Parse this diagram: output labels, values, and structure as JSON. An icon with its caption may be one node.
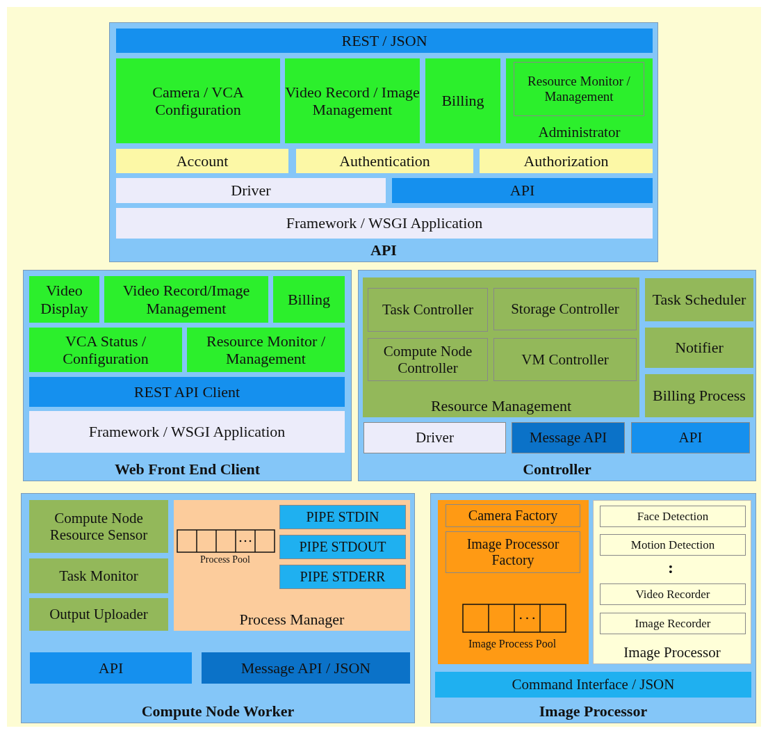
{
  "diagram": {
    "nodes": [
      {
        "text": [
          "API"
        ]
      },
      {
        "text": [
          "REST / JSON"
        ],
        "in": 0
      },
      {
        "text": [
          "Camera / VCA Configuration"
        ],
        "in": 0
      },
      {
        "text": [
          "Video Record / Image Management"
        ],
        "in": 0
      },
      {
        "text": [
          "Billing"
        ],
        "in": 0
      },
      {
        "text": [
          "Administrator"
        ],
        "in": 0
      },
      {
        "text": [
          "Resource Monitor / Management"
        ],
        "in": 5
      },
      {
        "text": [
          "Account"
        ],
        "in": 0
      },
      {
        "text": [
          "Authentication"
        ],
        "in": 0
      },
      {
        "text": [
          "Authorization"
        ],
        "in": 0
      },
      {
        "text": [
          "Driver"
        ],
        "in": 0
      },
      {
        "text": [
          "API"
        ],
        "in": 0
      },
      {
        "text": [
          "Framework / WSGI Application"
        ],
        "in": 0
      },
      {
        "text": [
          "Web Front End Client"
        ]
      },
      {
        "text": [
          "Video Display"
        ],
        "in": 13
      },
      {
        "text": [
          "Video Record/Image Management"
        ],
        "in": 13
      },
      {
        "text": [
          "Billing"
        ],
        "in": 13
      },
      {
        "text": [
          "VCA Status / Configuration"
        ],
        "in": 13
      },
      {
        "text": [
          "Resource Monitor / Management"
        ],
        "in": 13
      },
      {
        "text": [
          "REST API Client"
        ],
        "in": 13
      },
      {
        "text": [
          "Framework / WSGI Application"
        ],
        "in": 13
      },
      {
        "text": [
          "Controller"
        ]
      },
      {
        "text": [
          "Resource Management"
        ],
        "in": 21
      },
      {
        "text": [
          "Task Controller"
        ],
        "in": 22
      },
      {
        "text": [
          "Storage Controller"
        ],
        "in": 22
      },
      {
        "text": [
          "Compute Node Controller"
        ],
        "in": 22
      },
      {
        "text": [
          "VM Controller"
        ],
        "in": 22
      },
      {
        "text": [
          "Task Scheduler"
        ],
        "in": 21
      },
      {
        "text": [
          "Notifier"
        ],
        "in": 21
      },
      {
        "text": [
          "Billing Process"
        ],
        "in": 21
      },
      {
        "text": [
          "Driver"
        ],
        "in": 21
      },
      {
        "text": [
          "Message API"
        ],
        "in": 21
      },
      {
        "text": [
          "API"
        ],
        "in": 21
      },
      {
        "text": [
          "Compute Node Worker"
        ]
      },
      {
        "text": [
          "Compute Node Resource Sensor"
        ],
        "in": 33
      },
      {
        "text": [
          "Task Monitor"
        ],
        "in": 33
      },
      {
        "text": [
          "Output Uploader"
        ],
        "in": 33
      },
      {
        "text": [
          "Process Manager"
        ],
        "in": 33
      },
      {
        "text": [
          "PIPE STDIN"
        ],
        "in": 37
      },
      {
        "text": [
          "PIPE STDOUT"
        ],
        "in": 37
      },
      {
        "text": [
          "PIPE STDERR"
        ],
        "in": 37
      },
      {
        "text": [
          "API"
        ],
        "in": 33
      },
      {
        "text": [
          "Message API / JSON"
        ],
        "in": 33
      },
      {
        "text": [
          "Image Processor"
        ]
      },
      {
        "text": [],
        "shape": "box",
        "in": 43
      },
      {
        "text": [
          "Camera Factory"
        ],
        "in": 44
      },
      {
        "text": [
          "Image Processor Factory"
        ],
        "in": 44
      },
      {
        "text": [
          "Image Processor"
        ],
        "in": 43
      },
      {
        "text": [
          "Face Detection"
        ],
        "in": 47
      },
      {
        "text": [
          "Motion Detection"
        ],
        "in": 47
      },
      {
        "text": [
          "Video Recorder"
        ],
        "in": 47
      },
      {
        "text": [
          "Image Recorder"
        ],
        "in": 47
      },
      {
        "text": [
          "Command Interface / JSON"
        ],
        "in": 43
      }
    ],
    "edges": [],
    "labels": [
      "Process Pool",
      ":",
      "Image Process Pool"
    ]
  }
}
